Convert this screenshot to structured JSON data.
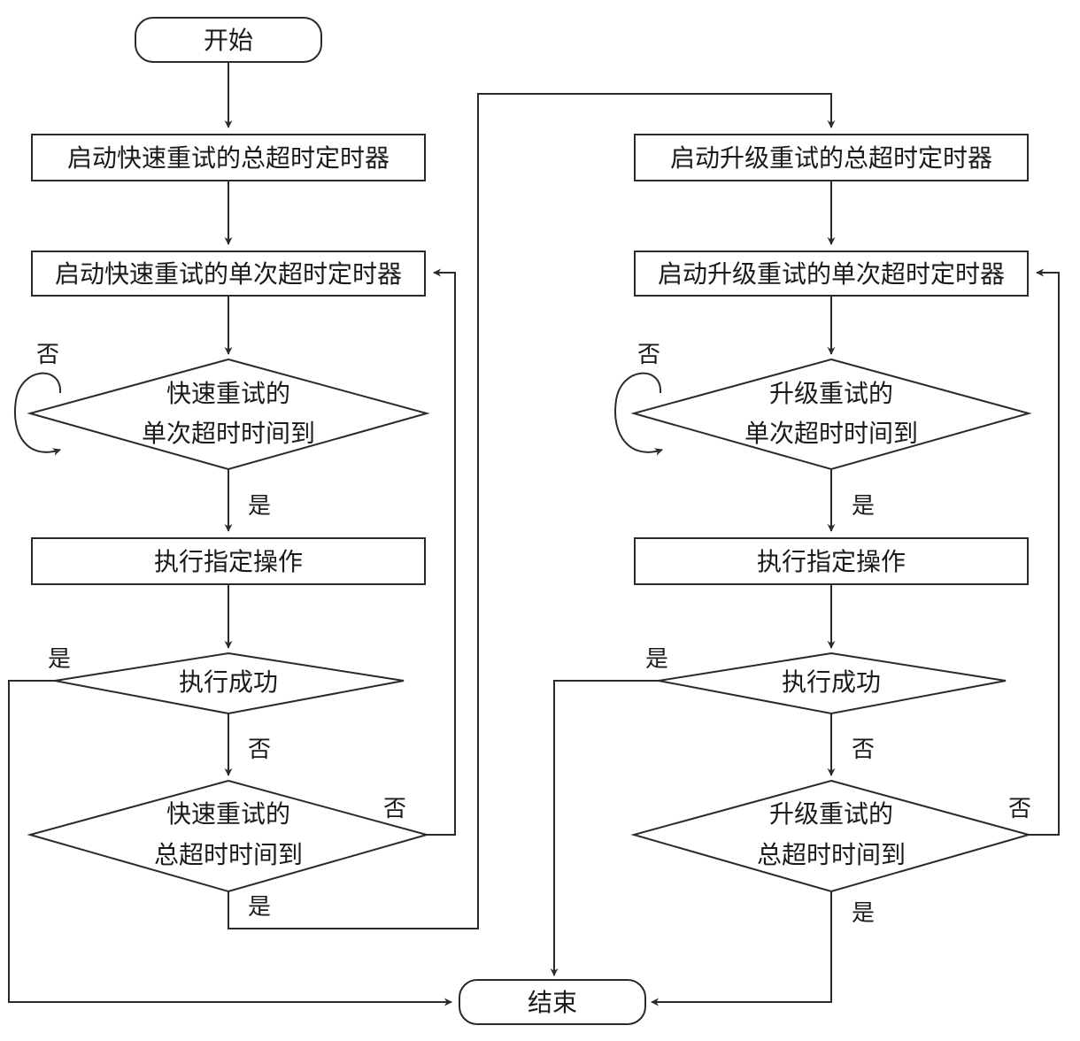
{
  "nodes": {
    "start": "开始",
    "fast_total_timer": "启动快速重试的总超时定时器",
    "fast_single_timer": "启动快速重试的单次超时定时器",
    "fast_single_check_l1": "快速重试的",
    "fast_single_check_l2": "单次超时时间到",
    "fast_execute": "执行指定操作",
    "fast_success": "执行成功",
    "fast_total_check_l1": "快速重试的",
    "fast_total_check_l2": "总超时时间到",
    "up_total_timer": "启动升级重试的总超时定时器",
    "up_single_timer": "启动升级重试的单次超时定时器",
    "up_single_check_l1": "升级重试的",
    "up_single_check_l2": "单次超时时间到",
    "up_execute": "执行指定操作",
    "up_success": "执行成功",
    "up_total_check_l1": "升级重试的",
    "up_total_check_l2": "总超时时间到",
    "end": "结束"
  },
  "edges": {
    "fast_single_no": "否",
    "fast_single_yes": "是",
    "fast_success_yes": "是",
    "fast_success_no": "否",
    "fast_total_no": "否",
    "fast_total_yes": "是",
    "up_single_no": "否",
    "up_single_yes": "是",
    "up_success_yes": "是",
    "up_success_no": "否",
    "up_total_no": "否",
    "up_total_yes": "是"
  }
}
